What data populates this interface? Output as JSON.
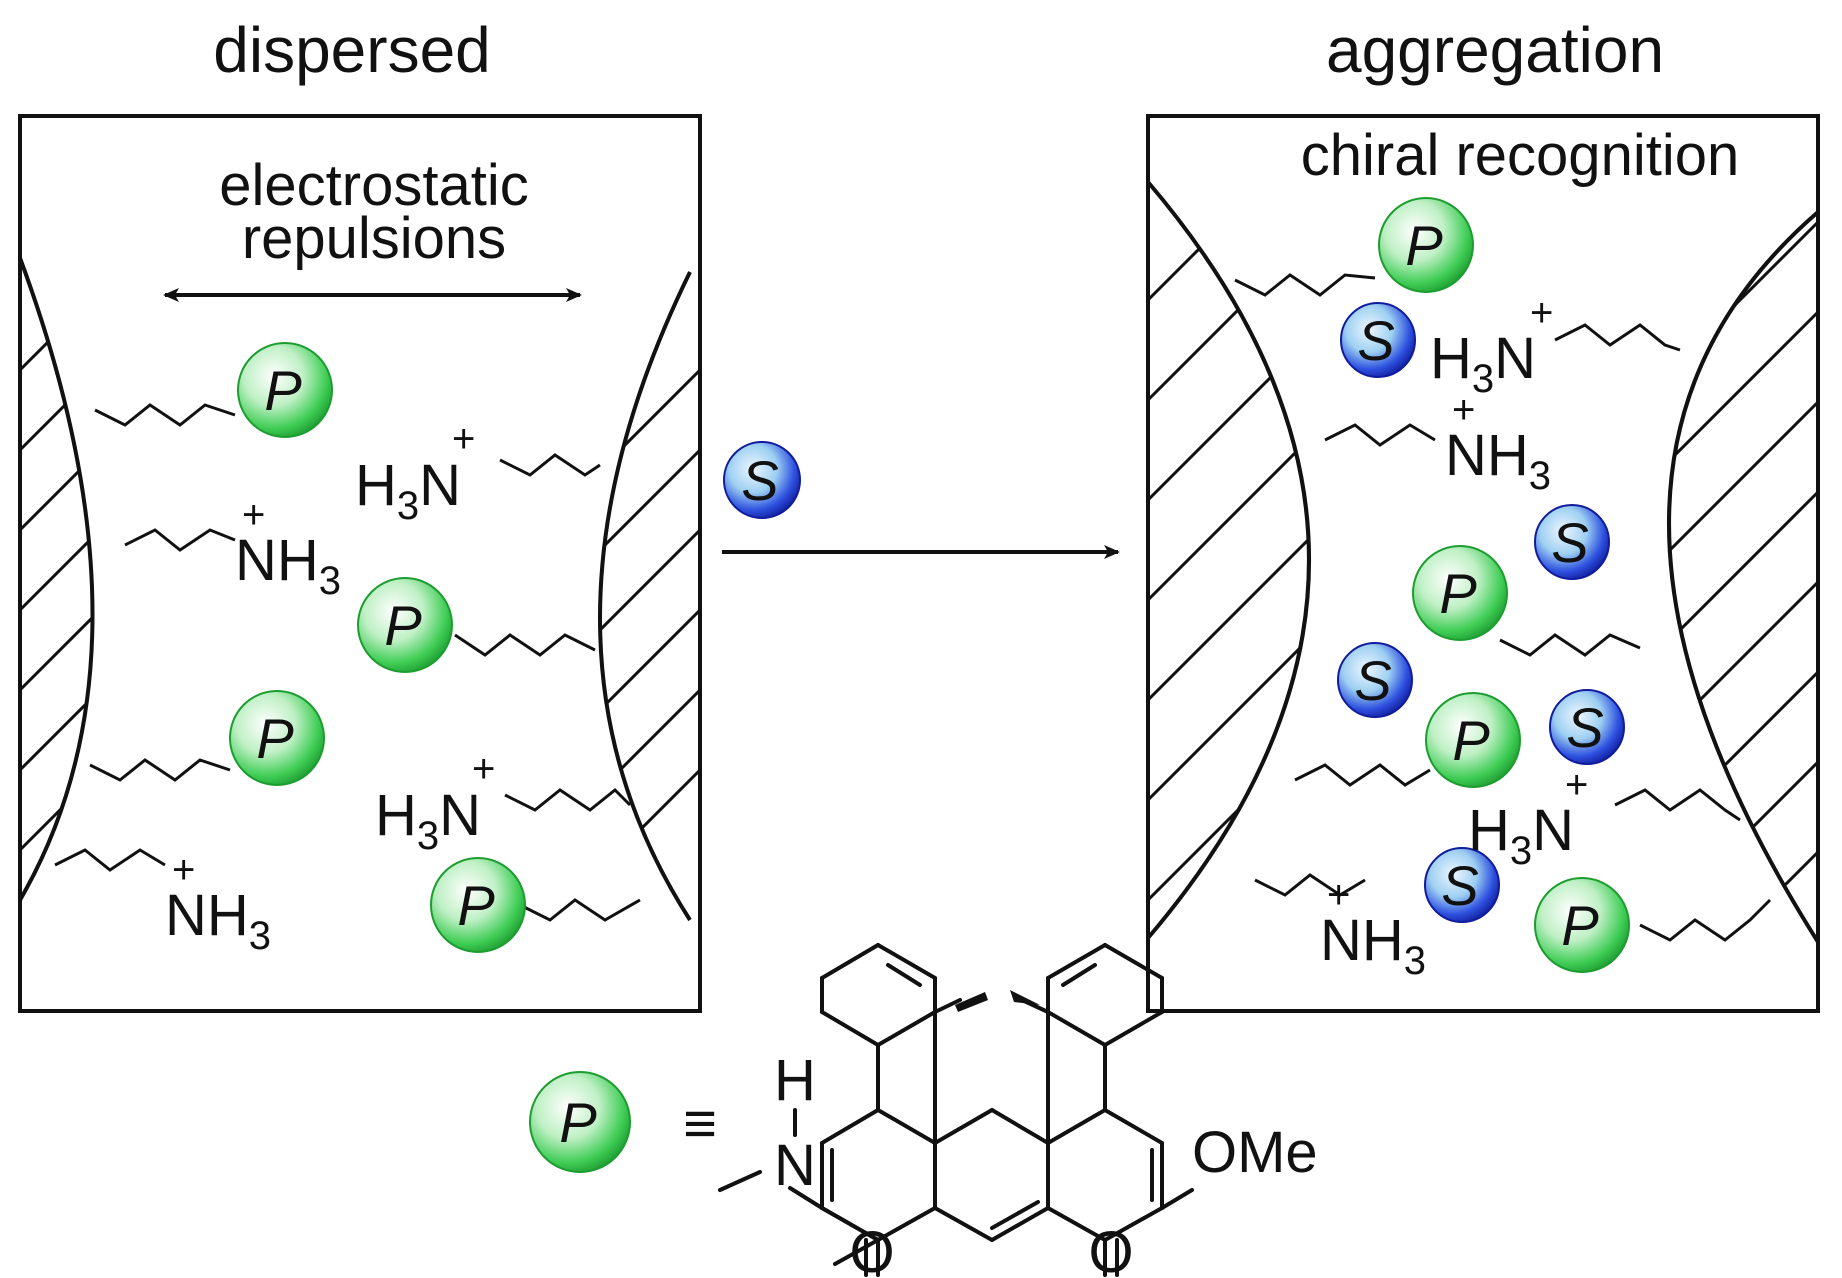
{
  "panels": {
    "left_title": "dispersed",
    "right_title": "aggregation",
    "left_note_line1": "electrostatic",
    "left_note_line2": "repulsions",
    "right_note": "chiral recognition"
  },
  "beads": {
    "p_label": "P",
    "s_label": "S"
  },
  "groups": {
    "h3n_h": "H",
    "h3n_sub": "3",
    "h3n_n": "N",
    "nh3_n": "N",
    "nh3_h": "H",
    "nh3_sub": "3",
    "plus": "+"
  },
  "legend": {
    "equiv": "≡",
    "nh_h": "H",
    "nh_n": "N",
    "o1": "O",
    "o2": "O",
    "ome": "OMe"
  },
  "colors": {
    "p_bead": "#27c23f",
    "s_bead": "#1d2fd6",
    "line": "#111111"
  }
}
